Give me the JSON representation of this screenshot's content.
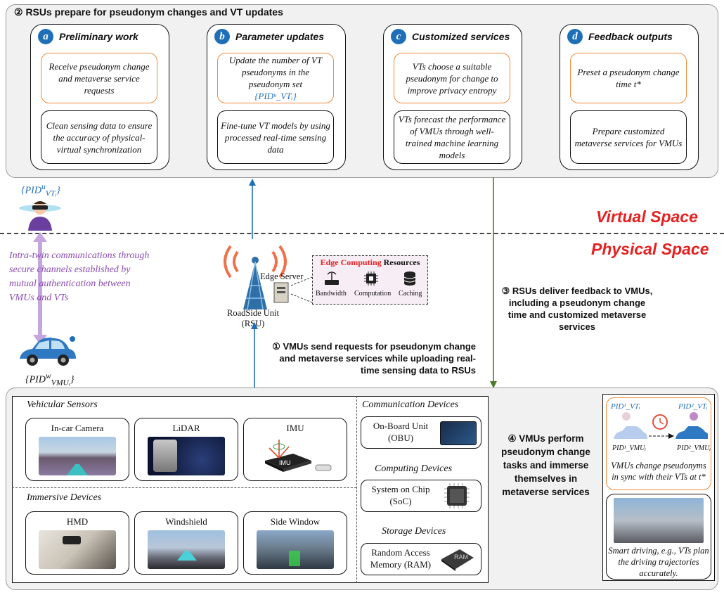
{
  "top_panel": {
    "title": "② RSUs prepare for pseudonym changes and VT updates",
    "cards": [
      {
        "badge": "a",
        "title": "Preliminary work",
        "orange": "Receive pseudonym change and metaverse service requests",
        "black": "Clean sensing data to ensure the accuracy of physical-virtual synchronization"
      },
      {
        "badge": "b",
        "title": "Parameter updates",
        "orange": "Update the number of VT pseudonyms in the pseudonym set",
        "orange_math": "{PIDᵘ_VTᵢ}",
        "black": "Fine-tune VT models by using processed real-time sensing data"
      },
      {
        "badge": "c",
        "title": "Customized services",
        "orange": "VTs choose a suitable pseudonym for change to improve privacy entropy",
        "black": "VTs forecast the performance of VMUs through well-trained machine learning models"
      },
      {
        "badge": "d",
        "title": "Feedback outputs",
        "orange": "Preset a pseudonym change time t*",
        "black": "Prepare customized metaverse services for VMUs"
      }
    ]
  },
  "spaces": {
    "virtual": "Virtual Space",
    "physical": "Physical Space"
  },
  "avatar_vt": {
    "label_pid": "{PID",
    "label_sup": "u",
    "label_sub": "VTᵢ",
    "label_end": "}"
  },
  "vmu": {
    "label_pid": "{PID",
    "label_sup": "w",
    "label_sub": "VMUᵢ",
    "label_end": "}"
  },
  "intra_twin": "Intra-twin communications through secure channels established by mutual authentication between VMUs and VTs",
  "rsu": {
    "label_line1": "RoadSide Unit",
    "label_line2": "(RSU)",
    "edge_server": "Edge Server",
    "edge_title_red": "Edge Computing",
    "edge_title_black": " Resources",
    "resources": [
      "Bandwidth",
      "Computation",
      "Caching"
    ]
  },
  "steps": {
    "one": "① VMUs send requests for pseudonym change and metaverse services while uploading real-time sensing data to RSUs",
    "three": "③ RSUs deliver feedback to VMUs, including a pseudonym change time and customized metaverse services",
    "four": "④ VMUs perform pseudonym change tasks and immerse themselves in metaverse services"
  },
  "devices": {
    "vehicular_title": "Vehicular Sensors",
    "vehicular": [
      "In-car Camera",
      "LiDAR",
      "IMU"
    ],
    "immersive_title": "Immersive Devices",
    "immersive": [
      "HMD",
      "Windshield",
      "Side Window"
    ],
    "communication_title": "Communication Devices",
    "communication": [
      "On-Board Unit",
      "(OBU)"
    ],
    "computing_title": "Computing Devices",
    "computing": [
      "System on Chip",
      "(SoC)"
    ],
    "storage_title": "Storage Devices",
    "storage": [
      "Random Access",
      "Memory (RAM)"
    ],
    "imu_chip": "IMU",
    "ram_chip": "RAM"
  },
  "results": {
    "pid_vt1": "PID¹_VTᵢ",
    "pid_vt2": "PID²_VTᵢ",
    "pid_vmu1": "PID¹_VMUᵢ",
    "pid_vmu2": "PID²_VMUᵢ",
    "sync_text": "VMUs change pseudonyms in sync with their VTs at t*",
    "driving_text": "Smart driving, e.g., VTs plan the driving trajectories accurately."
  },
  "colors": {
    "accent_blue": "#1f6fb8",
    "orange": "#f08a3a",
    "red": "#e62020",
    "green": "#4d7a2a",
    "purple": "#8a4bb5"
  }
}
